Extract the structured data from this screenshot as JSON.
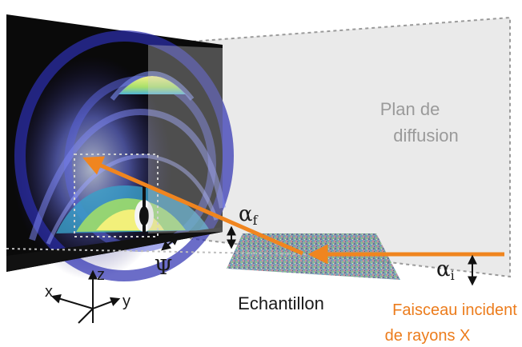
{
  "labels": {
    "plane": [
      "Plan de",
      "diffusion"
    ],
    "sample": "Echantillon",
    "beam": [
      "Faisceau incident",
      "de rayons X"
    ],
    "alpha_f": "α",
    "alpha_f_sub": "f",
    "alpha_i": "α",
    "alpha_i_sub": "i",
    "psi": "Ψ",
    "axis_x": "x",
    "axis_y": "y",
    "axis_z": "z"
  },
  "colors": {
    "beam": "#f0851f",
    "beam_text": "#ec7c1c",
    "plane_text": "#9a9a9a",
    "label_text": "#1a1a1a",
    "detector_bg": "#0a0a0a"
  }
}
